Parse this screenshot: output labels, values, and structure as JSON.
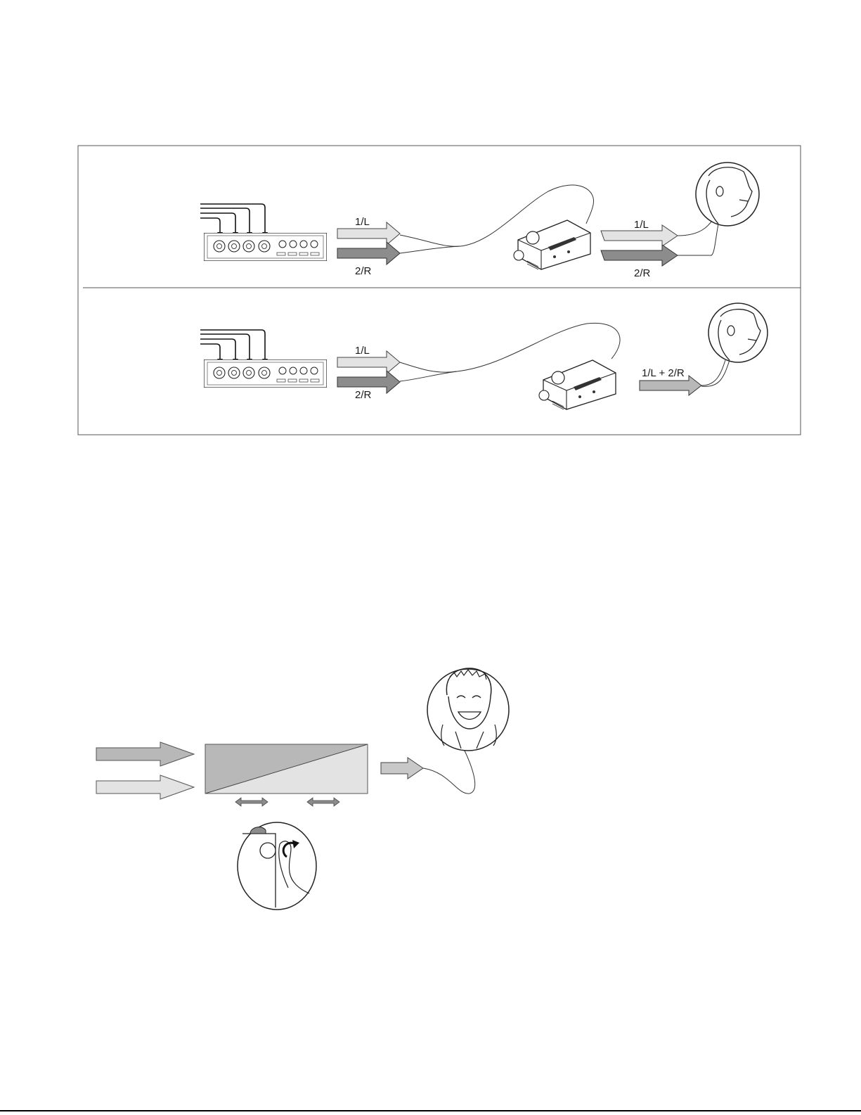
{
  "panel_top": {
    "input_left_label": "1/L",
    "input_right_label": "2/R",
    "output_left_label": "1/L",
    "output_right_label": "2/R"
  },
  "panel_bottom": {
    "input_left_label": "1/L",
    "input_right_label": "2/R",
    "output_mix_label": "1/L + 2/R"
  },
  "colors": {
    "arrow_light": "#e3e3e3",
    "arrow_dark": "#8c8c8c",
    "arrow_mid": "#b8b8b8",
    "line": "#333333"
  }
}
